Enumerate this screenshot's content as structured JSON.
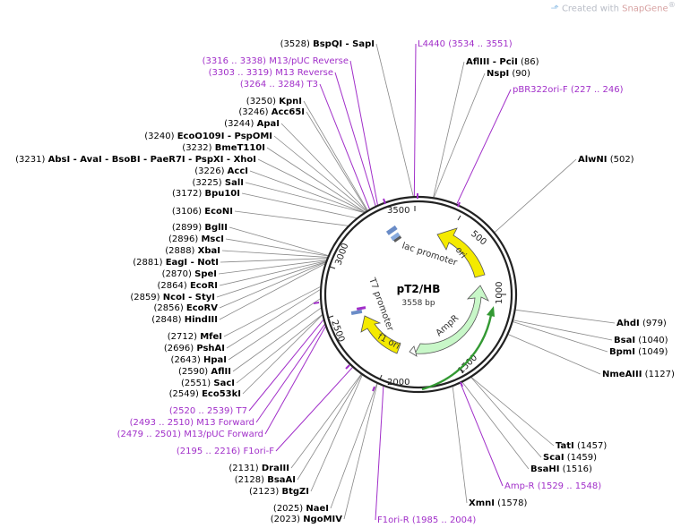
{
  "watermark": {
    "prefix": "Created with",
    "brand": "SnapGene",
    "reg": "®"
  },
  "plasmid": {
    "name": "pT2/HB",
    "length_label": "3558 bp",
    "length": 3558
  },
  "colors": {
    "site": "#888888",
    "primer": "#a12fc9",
    "ori": "#f4ea00",
    "ampr": "#c8f7c8",
    "arrow": "#339933",
    "backbone": "#222222"
  },
  "ticks": [
    "500",
    "1000",
    "1500",
    "2000",
    "2500",
    "3000",
    "3500"
  ],
  "features": {
    "ori": "ori",
    "ampr": "AmpR",
    "f1ori": "f1 ori",
    "lac_promoter": "lac promoter",
    "t7_promoter": "T7 promoter"
  },
  "labels_left": [
    {
      "id": "bspqi",
      "pos": "(3528)",
      "text": "BspQI - SapI",
      "kind": "site"
    },
    {
      "id": "m13puc-rev",
      "pos": "(3316 .. 3338)",
      "text": "M13/pUC Reverse",
      "kind": "primer"
    },
    {
      "id": "m13-rev",
      "pos": "(3303 .. 3319)",
      "text": "M13 Reverse",
      "kind": "primer"
    },
    {
      "id": "t3",
      "pos": "(3264 .. 3284)",
      "text": "T3",
      "kind": "primer"
    },
    {
      "id": "kpni",
      "pos": "(3250)",
      "text": "KpnI",
      "kind": "site"
    },
    {
      "id": "acc65i",
      "pos": "(3246)",
      "text": "Acc65I",
      "kind": "site"
    },
    {
      "id": "apai",
      "pos": "(3244)",
      "text": "ApaI",
      "kind": "site"
    },
    {
      "id": "eco0109i",
      "pos": "(3240)",
      "text": "EcoO109I - PspOMI",
      "kind": "site"
    },
    {
      "id": "bmet110i",
      "pos": "(3232)",
      "text": "BmeT110I",
      "kind": "site"
    },
    {
      "id": "absi",
      "pos": "(3231)",
      "text": "AbsI - AvaI - BsoBI - PaeR7I - PspXI - XhoI",
      "kind": "site"
    },
    {
      "id": "acci",
      "pos": "(3226)",
      "text": "AccI",
      "kind": "site"
    },
    {
      "id": "sali",
      "pos": "(3225)",
      "text": "SalI",
      "kind": "site"
    },
    {
      "id": "bpu10i",
      "pos": "(3172)",
      "text": "Bpu10I",
      "kind": "site"
    },
    {
      "id": "econi",
      "pos": "(3106)",
      "text": "EcoNI",
      "kind": "site"
    },
    {
      "id": "bglii",
      "pos": "(2899)",
      "text": "BglII",
      "kind": "site"
    },
    {
      "id": "msci",
      "pos": "(2896)",
      "text": "MscI",
      "kind": "site"
    },
    {
      "id": "xbai",
      "pos": "(2888)",
      "text": "XbaI",
      "kind": "site"
    },
    {
      "id": "eagi",
      "pos": "(2881)",
      "text": "EagI - NotI",
      "kind": "site"
    },
    {
      "id": "spei",
      "pos": "(2870)",
      "text": "SpeI",
      "kind": "site"
    },
    {
      "id": "ecori",
      "pos": "(2864)",
      "text": "EcoRI",
      "kind": "site"
    },
    {
      "id": "ncoi",
      "pos": "(2859)",
      "text": "NcoI - StyI",
      "kind": "site"
    },
    {
      "id": "ecorv",
      "pos": "(2856)",
      "text": "EcoRV",
      "kind": "site"
    },
    {
      "id": "hindiii",
      "pos": "(2848)",
      "text": "HindIII",
      "kind": "site"
    },
    {
      "id": "mfei",
      "pos": "(2712)",
      "text": "MfeI",
      "kind": "site"
    },
    {
      "id": "pshai",
      "pos": "(2696)",
      "text": "PshAI",
      "kind": "site"
    },
    {
      "id": "hpai",
      "pos": "(2643)",
      "text": "HpaI",
      "kind": "site"
    },
    {
      "id": "aflii",
      "pos": "(2590)",
      "text": "AflII",
      "kind": "site"
    },
    {
      "id": "saci",
      "pos": "(2551)",
      "text": "SacI",
      "kind": "site"
    },
    {
      "id": "eco53ki",
      "pos": "(2549)",
      "text": "Eco53kI",
      "kind": "site"
    },
    {
      "id": "t7",
      "pos": "(2520 .. 2539)",
      "text": "T7",
      "kind": "primer"
    },
    {
      "id": "m13-fwd",
      "pos": "(2493 .. 2510)",
      "text": "M13 Forward",
      "kind": "primer"
    },
    {
      "id": "m13puc-fwd",
      "pos": "(2479 .. 2501)",
      "text": "M13/pUC Forward",
      "kind": "primer"
    },
    {
      "id": "f1ori-f",
      "pos": "(2195 .. 2216)",
      "text": "F1ori-F",
      "kind": "primer"
    },
    {
      "id": "draiii",
      "pos": "(2131)",
      "text": "DraIII",
      "kind": "site"
    },
    {
      "id": "bsaai",
      "pos": "(2128)",
      "text": "BsaAI",
      "kind": "site"
    },
    {
      "id": "btgzi",
      "pos": "(2123)",
      "text": "BtgZI",
      "kind": "site"
    },
    {
      "id": "naei",
      "pos": "(2025)",
      "text": "NaeI",
      "kind": "site"
    },
    {
      "id": "ngomiv",
      "pos": "(2023)",
      "text": "NgoMIV",
      "kind": "site"
    }
  ],
  "labels_right": [
    {
      "id": "l4440",
      "pos": "(3534 .. 3551)",
      "text": "L4440",
      "kind": "primer"
    },
    {
      "id": "afliii",
      "pos": "(86)",
      "text": "AflIII - PciI",
      "kind": "site"
    },
    {
      "id": "nspi",
      "pos": "(90)",
      "text": "NspI",
      "kind": "site"
    },
    {
      "id": "pbr322",
      "pos": "(227 .. 246)",
      "text": "pBR322ori-F",
      "kind": "primer"
    },
    {
      "id": "alwni",
      "pos": "(502)",
      "text": "AlwNI",
      "kind": "site"
    },
    {
      "id": "ahdi",
      "pos": "(979)",
      "text": "AhdI",
      "kind": "site"
    },
    {
      "id": "bsai",
      "pos": "(1040)",
      "text": "BsaI",
      "kind": "site"
    },
    {
      "id": "bpmi",
      "pos": "(1049)",
      "text": "BpmI",
      "kind": "site"
    },
    {
      "id": "nmeaiii",
      "pos": "(1127)",
      "text": "NmeAIII",
      "kind": "site"
    },
    {
      "id": "tati",
      "pos": "(1457)",
      "text": "TatI",
      "kind": "site"
    },
    {
      "id": "scai",
      "pos": "(1459)",
      "text": "ScaI",
      "kind": "site"
    },
    {
      "id": "bsahi",
      "pos": "(1516)",
      "text": "BsaHI",
      "kind": "site"
    },
    {
      "id": "amp-r",
      "pos": "(1529 .. 1548)",
      "text": "Amp-R",
      "kind": "primer"
    },
    {
      "id": "xmni",
      "pos": "(1578)",
      "text": "XmnI",
      "kind": "site"
    },
    {
      "id": "f1ori-r",
      "pos": "(1985 .. 2004)",
      "text": "F1ori-R",
      "kind": "primer"
    }
  ]
}
